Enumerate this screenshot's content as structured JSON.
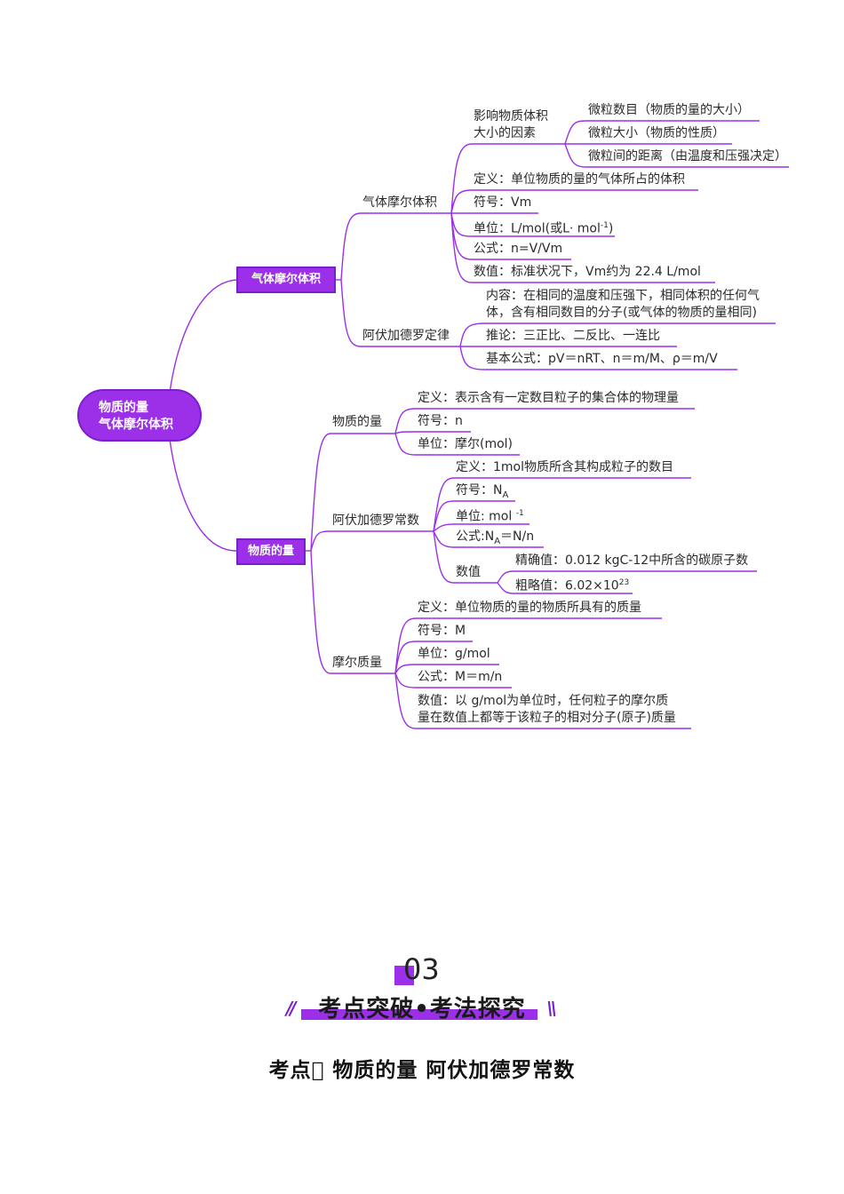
{
  "root": {
    "line1": "物质的量",
    "line2": "气体摩尔体积"
  },
  "branch_gas": {
    "label": "气体摩尔体积",
    "molar_volume": {
      "label": "气体摩尔体积",
      "factors": {
        "line1": "影响物质体积",
        "line2": "大小的因素",
        "items": [
          "微粒数目（物质的量的大小）",
          "微粒大小（物质的性质）",
          "微粒间的距离（由温度和压强决定）"
        ]
      },
      "definition": "定义：单位物质的量的气体所占的体积",
      "symbol": "符号：Vm",
      "unit_pre": "单位：L/mol(或L· mol",
      "unit_sup": "-1",
      "unit_post": ")",
      "formula": "公式：n=V/Vm",
      "value": "数值：标准状况下，Vm约为 22.4 L/mol"
    },
    "avogadro_law": {
      "label": "阿伏加德罗定律",
      "content_line1": "内容：在相同的温度和压强下，相同体积的任何气",
      "content_line2": "体，含有相同数目的分子(或气体的物质的量相同)",
      "inference": "推论：三正比、二反比、一连比",
      "formula": "基本公式：pV＝nRT、n＝m/M、ρ＝m/V"
    }
  },
  "branch_amount": {
    "label": "物质的量",
    "amount": {
      "label": "物质的量",
      "definition": "定义：表示含有一定数目粒子的集合体的物理量",
      "symbol": "符号：n",
      "unit": "单位：摩尔(mol)"
    },
    "avogadro_const": {
      "label": "阿伏加德罗常数",
      "definition": "定义：1mol物质所含其构成粒子的数目",
      "symbol_pre": "符号：N",
      "symbol_sub": "A",
      "unit_pre": "单位: mol ",
      "unit_sup": "-1",
      "formula_pre": "公式:N",
      "formula_sub": "A",
      "formula_post": "＝N/n",
      "value": {
        "label": "数值",
        "exact": "精确值：0.012 kgC-12中所含的碳原子数",
        "approx_pre": "粗略值：6.02×10",
        "approx_sup": "23"
      }
    },
    "molar_mass": {
      "label": "摩尔质量",
      "definition": "定义：单位物质的量的物质所具有的质量",
      "symbol": "符号：M",
      "unit": "单位：g/mol",
      "formula": "公式：M＝m/n",
      "value_line1": "数值：以 g/mol为单位时，任何粒子的摩尔质",
      "value_line2": "量在数值上都等于该粒子的相对分子(原子)质量"
    }
  },
  "section": {
    "number": "03",
    "banner": "考点突破•考法探究",
    "slash_left": "//",
    "slash_right": "\\\\",
    "heading": "考点\u0000 物质的量 阿伏加德罗常数"
  },
  "colors": {
    "accent": "#9b30e8",
    "accent_dark": "#7a1fcc",
    "line": "#9b30e8"
  }
}
